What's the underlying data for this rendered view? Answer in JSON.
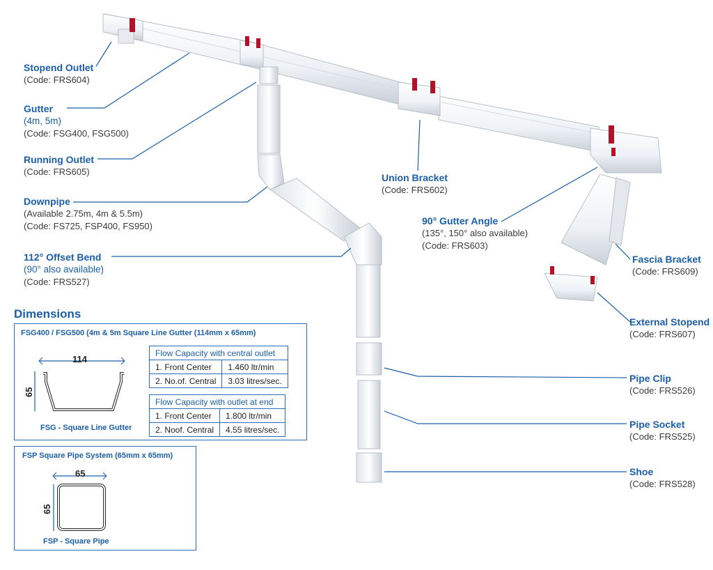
{
  "labels": {
    "stopend_outlet": {
      "name": "Stopend Outlet",
      "code": "(Code:  FRS604)"
    },
    "gutter": {
      "name": "Gutter",
      "sub": "(4m, 5m)",
      "code": "(Code:  FSG400, FSG500)"
    },
    "running_outlet": {
      "name": "Running Outlet",
      "code": "(Code:  FRS605)"
    },
    "downpipe": {
      "name": "Downpipe",
      "sub": "(Available 2.75m, 4m & 5.5m)",
      "code": "(Code:  FS725, FSP400, FS950)"
    },
    "offset_bend": {
      "name": "112° Offset Bend",
      "sub": "(90° also available)",
      "code": "(Code: FRS527)"
    },
    "union_bracket": {
      "name": "Union Bracket",
      "code": "(Code: FRS602)"
    },
    "gutter_angle": {
      "name": "90° Gutter Angle",
      "sub": "(135°, 150° also available)",
      "code": "(Code: FRS603)"
    },
    "fascia_bracket": {
      "name": "Fascia Bracket",
      "code": "(Code: FRS609)"
    },
    "external_stopend": {
      "name": "External Stopend",
      "code": "(Code: FRS607)"
    },
    "pipe_clip": {
      "name": "Pipe Clip",
      "code": "(Code: FRS526)"
    },
    "pipe_socket": {
      "name": "Pipe Socket",
      "code": "(Code: FRS525)"
    },
    "shoe": {
      "name": "Shoe",
      "code": "(Code: FRS528)"
    }
  },
  "dimensions": {
    "title": "Dimensions",
    "fsg_box": {
      "title": "FSG400 / FSG500 (4m & 5m Square Line Gutter (114mm x 65mm)",
      "width_label": "114",
      "height_label": "65",
      "caption": "FSG - Square Line Gutter",
      "table1": {
        "header": "Flow Capacity with central outlet",
        "rows": [
          [
            "1. Front Center",
            "1.460 ltr/min"
          ],
          [
            "2. No.of. Central",
            "3.03 litres/sec."
          ]
        ]
      },
      "table2": {
        "header": "Flow Capacity with outlet at end",
        "rows": [
          [
            "1. Front Center",
            "1.800 ltr/min"
          ],
          [
            "2. Noof. Central",
            "4.55 litres/sec."
          ]
        ]
      }
    },
    "fsp_box": {
      "title": "FSP Square Pipe System (65mm x 65mm)",
      "width_label": "65",
      "height_label": "65",
      "caption": "FSP - Square Pipe"
    }
  },
  "colors": {
    "accent": "#1a5ea8",
    "bracket_red": "#b3122a",
    "pvc": "#f2f4f7"
  }
}
